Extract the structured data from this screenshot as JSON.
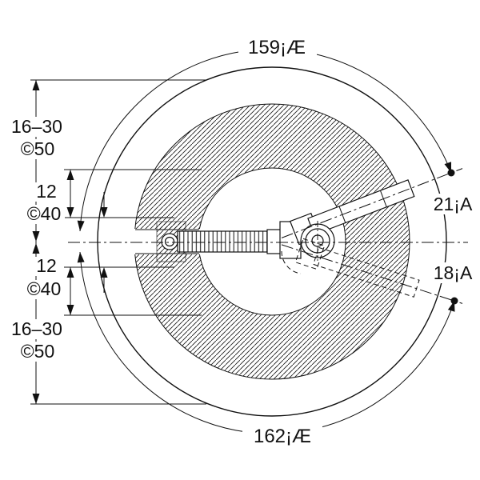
{
  "diagram": {
    "title": "circular-installation-drawing",
    "labels": {
      "top_angle": "159¡Æ",
      "bottom_angle": "162¡Æ",
      "right_upper_angle": "21¡A",
      "right_lower_angle": "18¡A",
      "left_top_range": "16–30",
      "left_top_dia": "©50",
      "left_upper_offset": "12",
      "left_upper_dia": "©40",
      "left_lower_offset": "12",
      "left_lower_dia": "©40",
      "left_bottom_range": "16–30",
      "left_bottom_dia": "©50"
    },
    "colors": {
      "line": "#111111",
      "background": "#ffffff"
    }
  }
}
